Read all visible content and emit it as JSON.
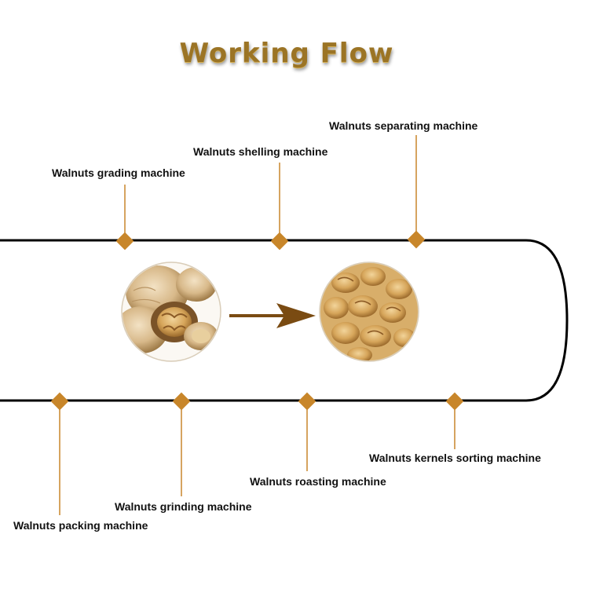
{
  "title": "Working Flow",
  "colors": {
    "title": "#9b7425",
    "line": "#000000",
    "diamond": "#c8862a",
    "connector": "#c8862a",
    "arrow": "#7a4b12"
  },
  "top_steps": [
    {
      "label": "Walnuts grading machine"
    },
    {
      "label": "Walnuts shelling machine"
    },
    {
      "label": "Walnuts separating  machine"
    }
  ],
  "bottom_steps": [
    {
      "label": "Walnuts kernels sorting machine"
    },
    {
      "label": "Walnuts roasting machine"
    },
    {
      "label": "Walnuts grinding machine"
    },
    {
      "label": "Walnuts packing machine"
    }
  ],
  "images": [
    {
      "icon": "whole-walnuts-photo"
    },
    {
      "icon": "walnut-kernels-photo"
    }
  ]
}
